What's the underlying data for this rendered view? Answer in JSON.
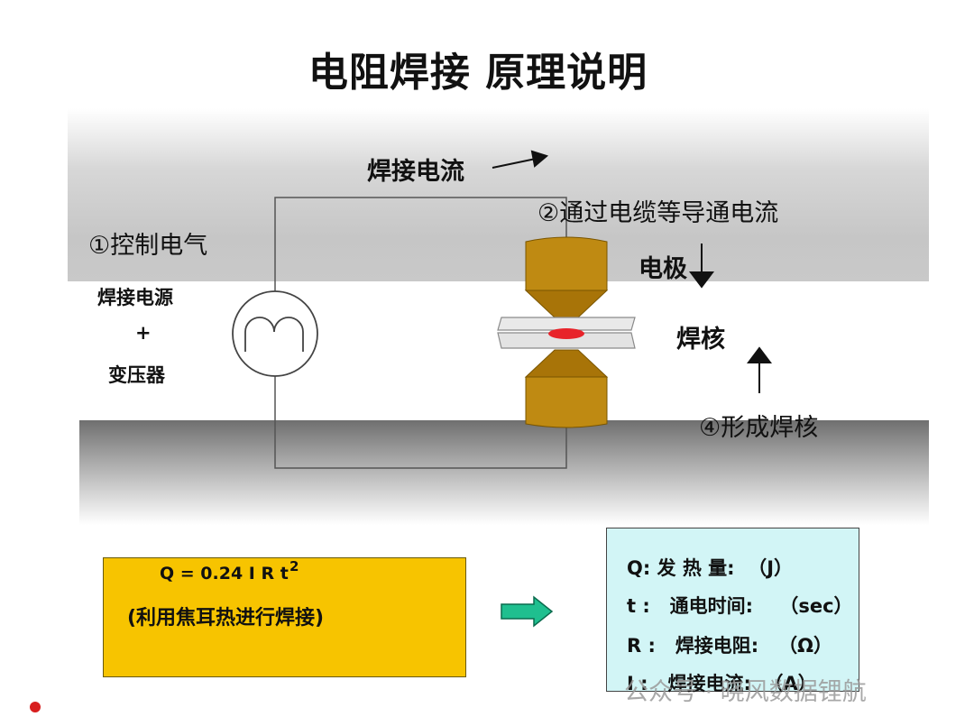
{
  "title": "电阻焊接 原理说明",
  "labels": {
    "welding_current": "焊接电流",
    "step2": "②通过电缆等导通电流",
    "step1": "①控制电气",
    "power_source": "焊接电源",
    "plus": "+",
    "transformer": "变压器",
    "electrode": "电极",
    "nugget": "焊核",
    "step4": "④形成焊核"
  },
  "formula": {
    "main": "Q  =  0.24  I     R    t",
    "exponent": "2",
    "note": "(利用焦耳热进行焊接)"
  },
  "legend": [
    "Q: 发 热 量:  （J）",
    "t :   通电时间:    （sec）",
    "R :   焊接电阻:   （Ω）",
    "I :   焊接电流:  （A）"
  ],
  "watermark": "公众号 · 晓风数据锂航",
  "colors": {
    "formula_bg": "#f7c400",
    "legend_bg": "#d2f5f6",
    "electrode": "#b98510",
    "nugget": "#e8232a",
    "arrow": "#1fbf8f"
  }
}
